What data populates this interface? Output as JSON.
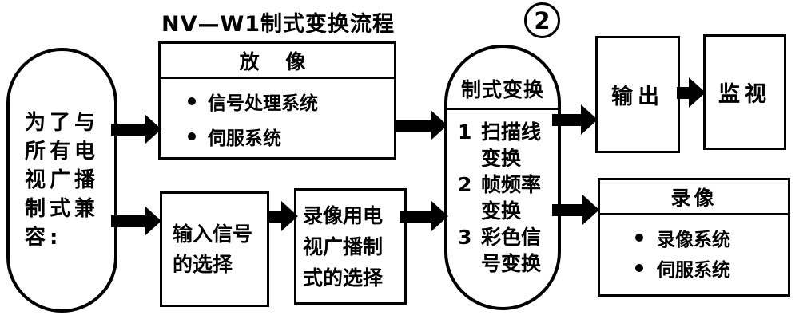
{
  "title": "NV—W1制式变换流程",
  "badge_number": "2",
  "nodes": {
    "purpose": {
      "lines": [
        "为了与",
        "所有电",
        "视广播",
        "制式兼",
        "容:"
      ]
    },
    "playback": {
      "header": "放 像",
      "items": [
        "信号处理系统",
        "伺服系统"
      ]
    },
    "input_select": {
      "lines": [
        "输入信号",
        "的选择"
      ]
    },
    "format_select": {
      "lines": [
        "录像用电",
        "视广播制",
        "式的选择"
      ]
    },
    "conversion": {
      "header": "制式变换",
      "steps": [
        {
          "num": "1",
          "line1": "扫描线",
          "line2": "变换"
        },
        {
          "num": "2",
          "line1": "帧频率",
          "line2": "变换"
        },
        {
          "num": "3",
          "line1": "彩色信",
          "line2": "号变换"
        }
      ]
    },
    "output": {
      "label": "输出"
    },
    "monitor": {
      "label": "监视"
    },
    "record": {
      "header": "录像",
      "items": [
        "录像系统",
        "伺服系统"
      ]
    }
  },
  "colors": {
    "ink": "#000000",
    "paper": "#ffffff"
  }
}
